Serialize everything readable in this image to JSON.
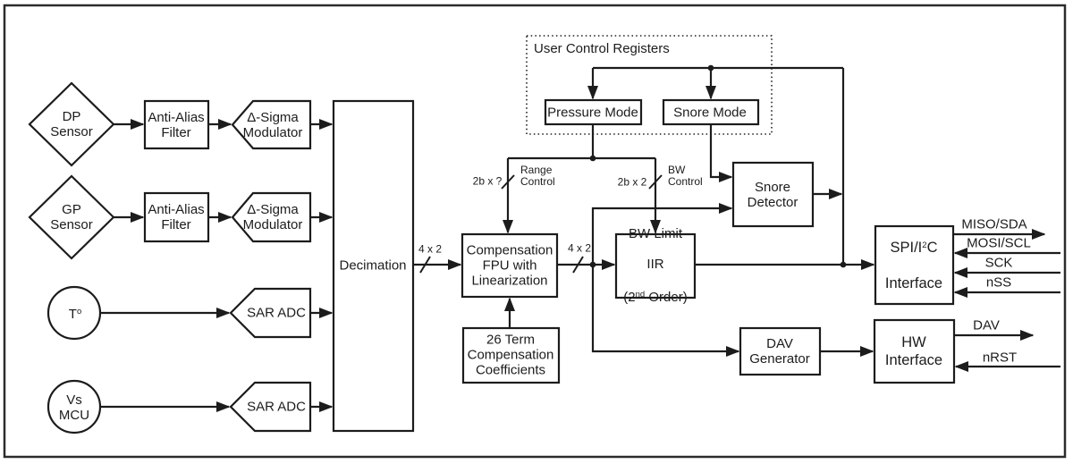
{
  "figure": {
    "sources": {
      "dp_sensor": "DP\nSensor",
      "gp_sensor": "GP\nSensor",
      "temp": {
        "base": "T",
        "sup": "o"
      },
      "vs_mcu": "Vs\nMCU"
    },
    "blocks": {
      "anti_alias_1": "Anti-Alias\nFilter",
      "anti_alias_2": "Anti-Alias\nFilter",
      "delta_sigma_1": "Δ-Sigma\nModulator",
      "delta_sigma_2": "Δ-Sigma\nModulator",
      "sar_adc_1": "SAR ADC",
      "sar_adc_2": "SAR ADC",
      "decimation": "Decimation",
      "comp_fpu": "Compensation\nFPU with\nLinearization",
      "coefficients": "26 Term\nCompensation\nCoefficients",
      "bw_limit": {
        "line1": "BW Limit",
        "line2": "IIR",
        "line3_pre": "(2",
        "line3_sup": "nd",
        "line3_post": " Order)"
      },
      "snore_detector": "Snore\nDetector",
      "dav_generator": "DAV\nGenerator",
      "spi_interface": {
        "line1_pre": "SPI/I",
        "line1_sup": "2",
        "line1_post": "C",
        "line2": "Interface"
      },
      "hw_interface": "HW\nInterface"
    },
    "registers": {
      "title": "User Control Registers",
      "pressure_mode": "Pressure Mode",
      "snore_mode": "Snore Mode"
    },
    "bus_labels": {
      "dec_out": "4 x 2",
      "fpu_out": "4 x 2",
      "range_bits": "2b x ?",
      "range_name": "Range\nControl",
      "bw_bits": "2b x 2",
      "bw_name": "BW\nControl"
    },
    "signals": {
      "miso": "MISO/SDA",
      "mosi": "MOSI/SCL",
      "sck": "SCK",
      "nss": "nSS",
      "dav": "DAV",
      "nrst": "nRST"
    }
  }
}
